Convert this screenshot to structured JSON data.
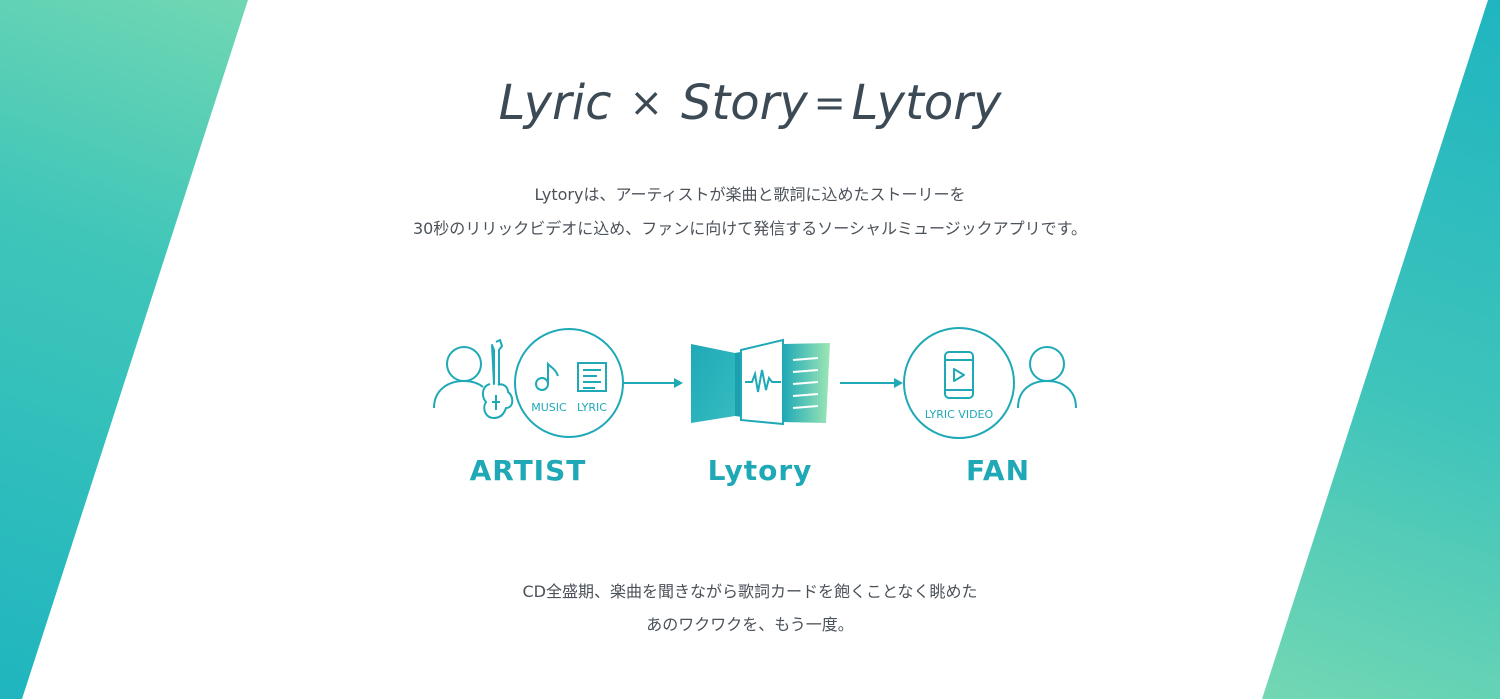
{
  "title": {
    "lyric": "Lyric",
    "times": "×",
    "story": "Story",
    "equals": "=",
    "lytory": "Lytory"
  },
  "description": {
    "line1": "Lytoryは、アーティストが楽曲と歌詞に込めたストーリーを",
    "line2": "30秒のリリックビデオに込め、ファンに向けて発信するソーシャルミュージックアプリです。"
  },
  "diagram": {
    "artist_label": "ARTIST",
    "lytory_label": "Lytory",
    "fan_label": "FAN",
    "music_caption": "MUSIC",
    "lyric_caption": "LYRIC",
    "lyric_video_caption": "LYRIC VIDEO",
    "icons": [
      "person-icon",
      "guitar-icon",
      "music-note-icon",
      "lyric-sheet-icon",
      "arrow-icon",
      "lytory-book-icon",
      "phone-play-icon",
      "person-icon"
    ],
    "accent_color": "#1fa9b7"
  },
  "tagline": {
    "line1": "CD全盛期、楽曲を聞きながら歌詞カードを飽くことなく眺めた",
    "line2": "あのワクワクを、もう一度。"
  },
  "colors": {
    "gradient_teal": "#1fb5bf",
    "gradient_green": "#c6f5a6",
    "text": "#3c4a55"
  }
}
